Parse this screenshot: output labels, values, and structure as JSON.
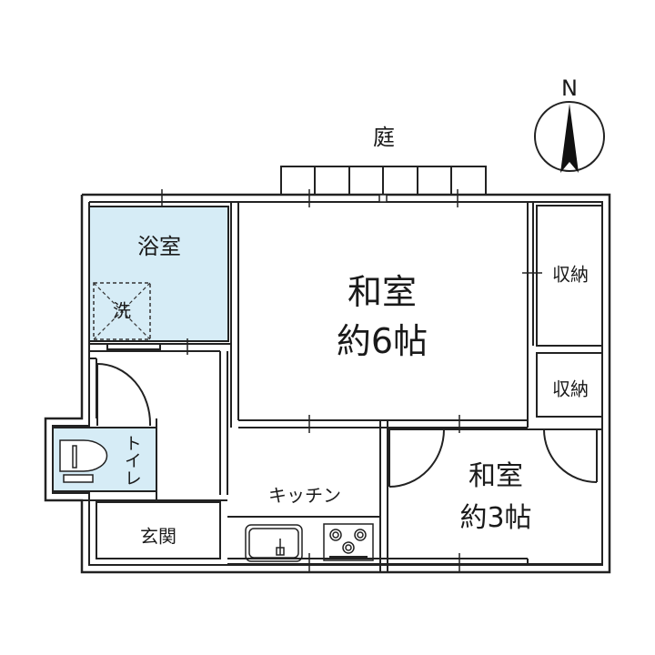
{
  "plan": {
    "garden": "庭",
    "compass": "N",
    "rooms": {
      "bath": "浴室",
      "washer": "洗",
      "washitsu6_name": "和室",
      "washitsu6_size": "約6帖",
      "storage1": "収納",
      "storage2": "収納",
      "toilet": "トイレ",
      "kitchen": "キッチン",
      "entrance": "玄関",
      "washitsu3_name": "和室",
      "washitsu3_size": "約3帖"
    },
    "colors": {
      "wet_area": "#d6ecf6",
      "line": "#222222"
    }
  }
}
